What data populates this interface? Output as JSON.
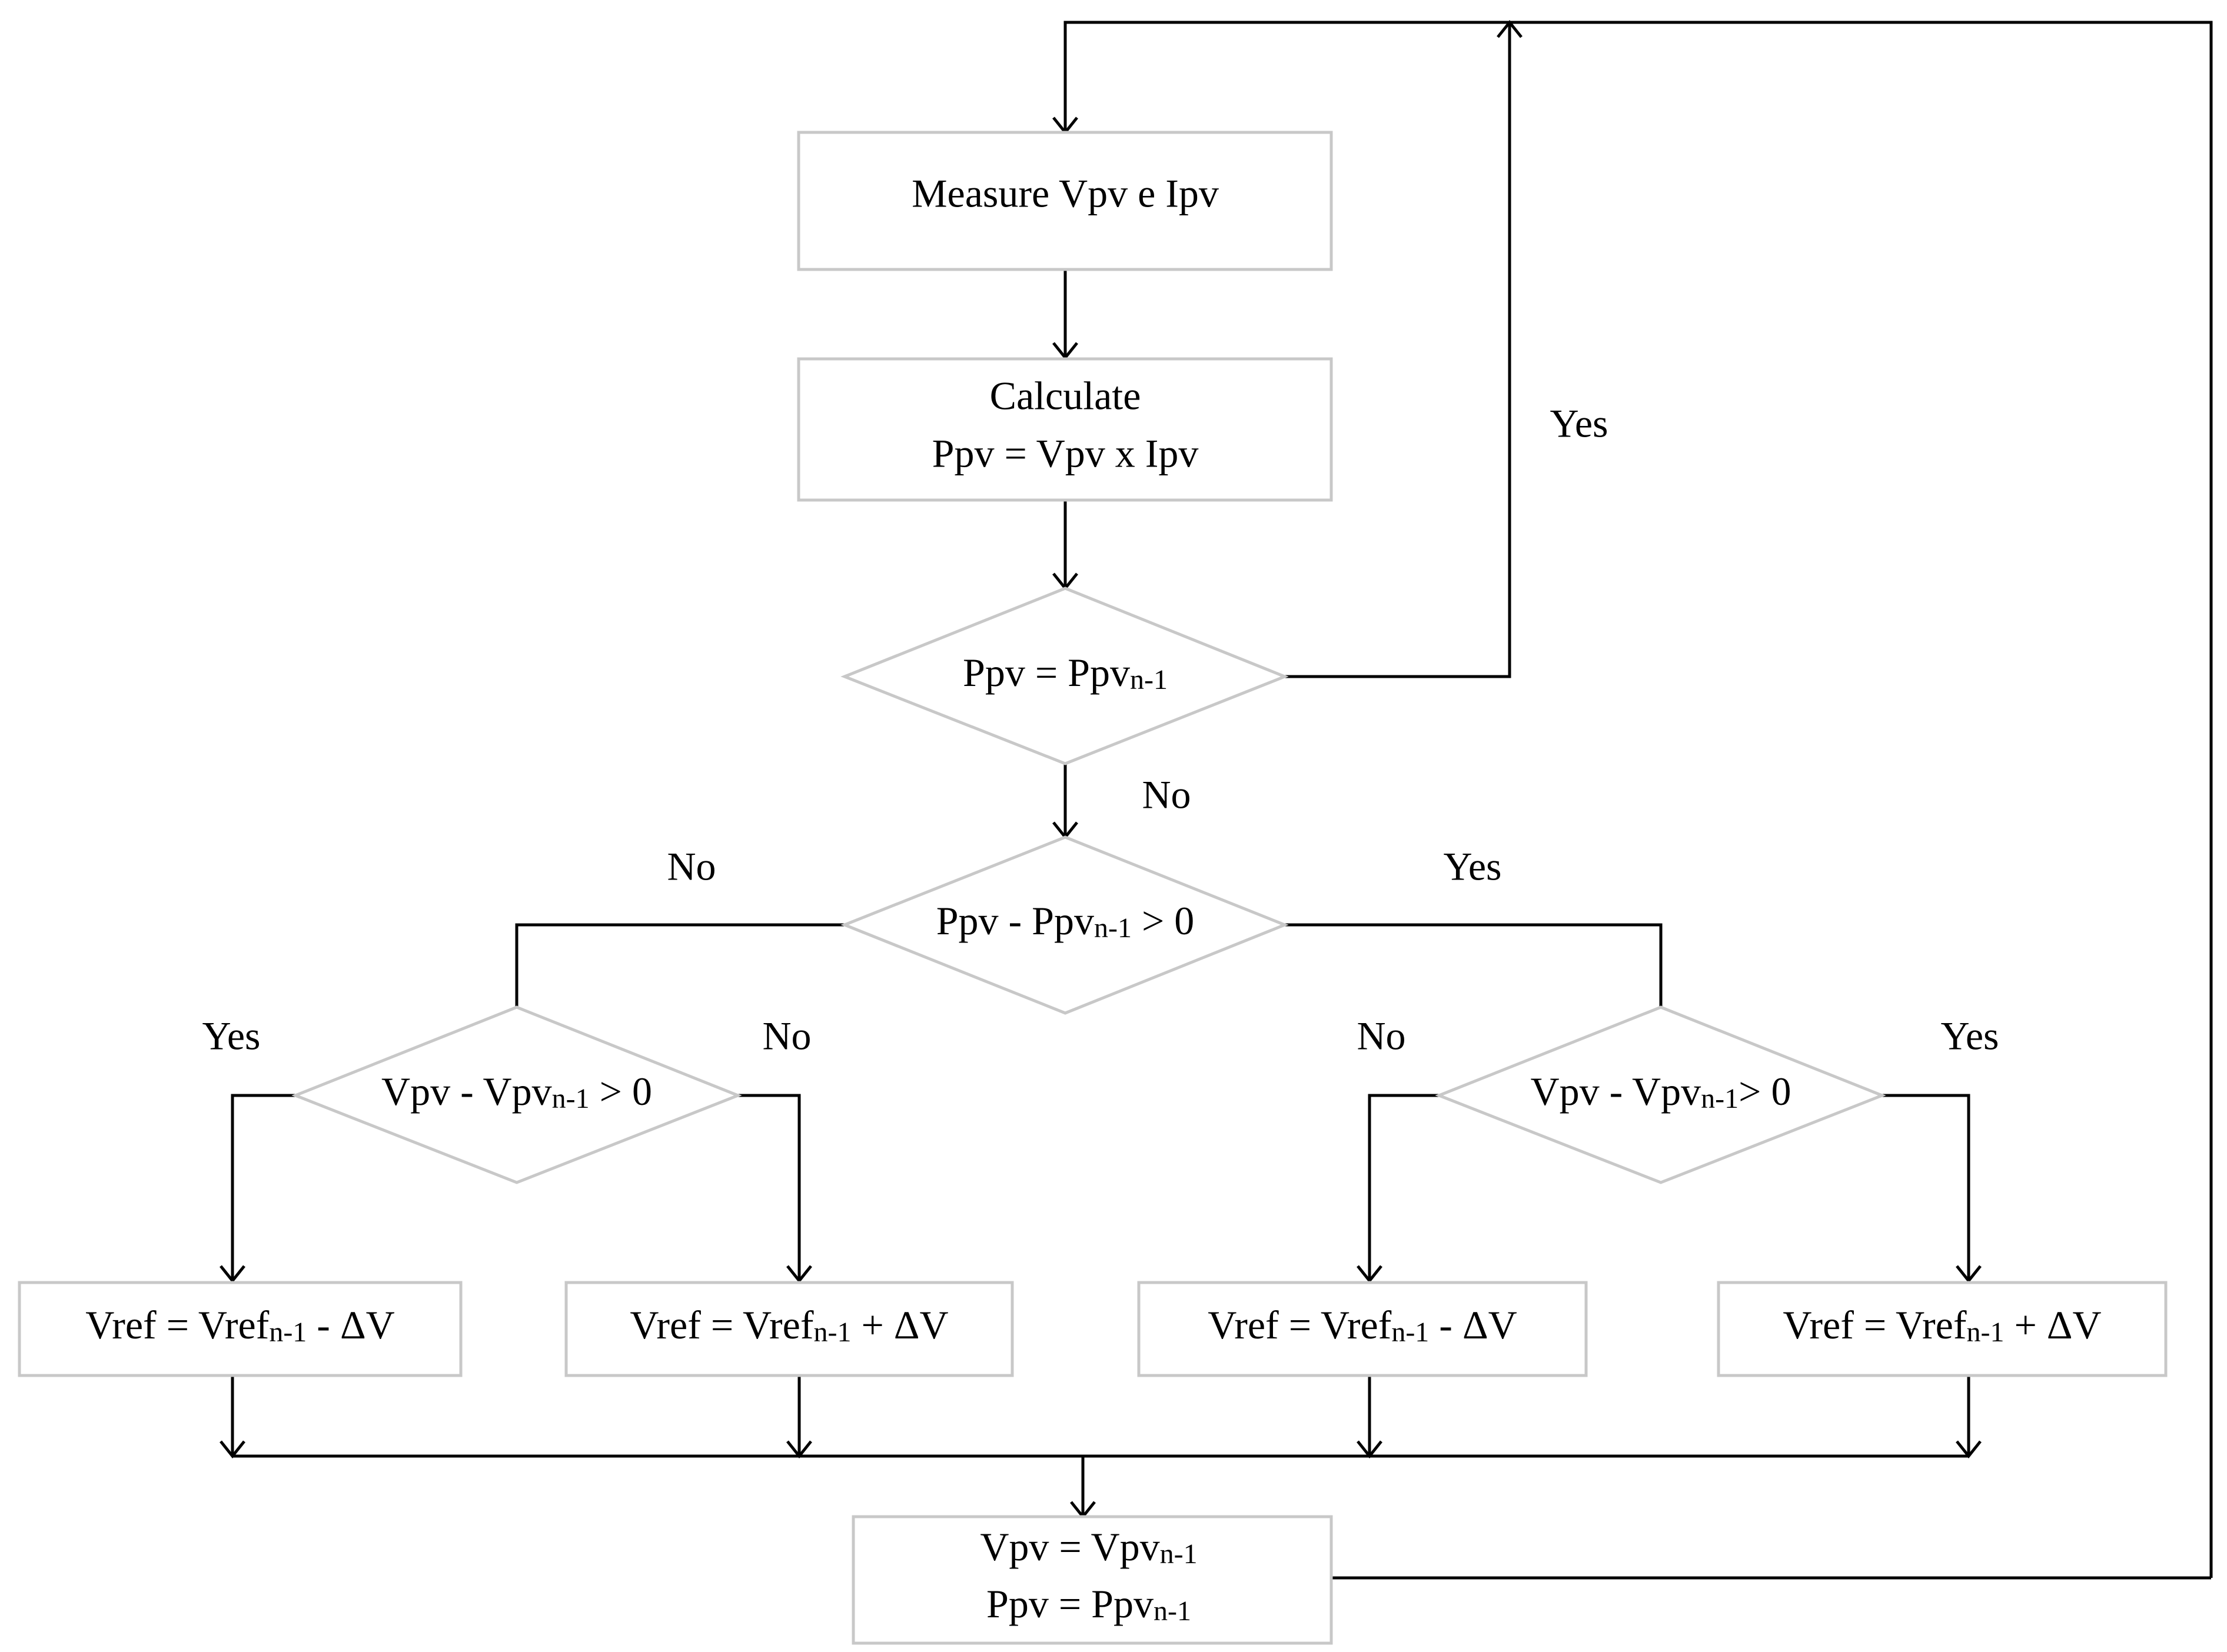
{
  "nodes": {
    "measure": {
      "text": "Measure Vpv e Ipv"
    },
    "calculate": {
      "line1": "Calculate",
      "line2": "Ppv = Vpv x Ipv"
    },
    "equal_check": {
      "main": "Ppv = Ppv",
      "sub": "n-1"
    },
    "power_diff": {
      "main": "Ppv - Ppv",
      "sub": "n-1",
      "tail": " > 0"
    },
    "volt_diff_left": {
      "main": "Vpv - Vpv",
      "sub": "n-1",
      "tail": " > 0"
    },
    "volt_diff_right": {
      "main": "Vpv - Vpv",
      "sub": "n-1",
      "tail": "> 0"
    },
    "vref_dec_1": {
      "main": "Vref = Vref",
      "sub": "n-1",
      "tail": " - ΔV"
    },
    "vref_inc_1": {
      "main": "Vref = Vref",
      "sub": "n-1",
      "tail": " + ΔV"
    },
    "vref_dec_2": {
      "main": "Vref = Vref",
      "sub": "n-1",
      "tail": " - ΔV"
    },
    "vref_inc_2": {
      "main": "Vref = Vref",
      "sub": "n-1",
      "tail": " + ΔV"
    },
    "update": {
      "line1_main": "Vpv = Vpv",
      "line1_sub": "n-1",
      "line2_main": "Ppv = Ppv",
      "line2_sub": "n-1"
    }
  },
  "edge_labels": {
    "equal_yes": "Yes",
    "equal_no": "No",
    "power_no": "No",
    "power_yes": "Yes",
    "left_yes": "Yes",
    "left_no": "No",
    "right_no": "No",
    "right_yes": "Yes"
  }
}
